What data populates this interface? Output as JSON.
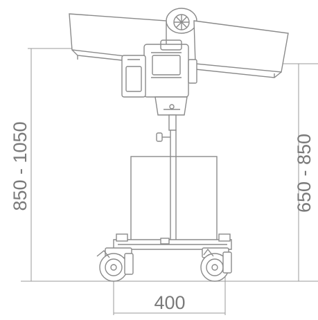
{
  "dimensions": {
    "left_height_label": "850 - 1050",
    "right_height_label": "650 - 850",
    "width_label": "400"
  },
  "colors": {
    "line": "#8a8a8a",
    "text": "#7a7a7a",
    "background": "#ffffff"
  }
}
